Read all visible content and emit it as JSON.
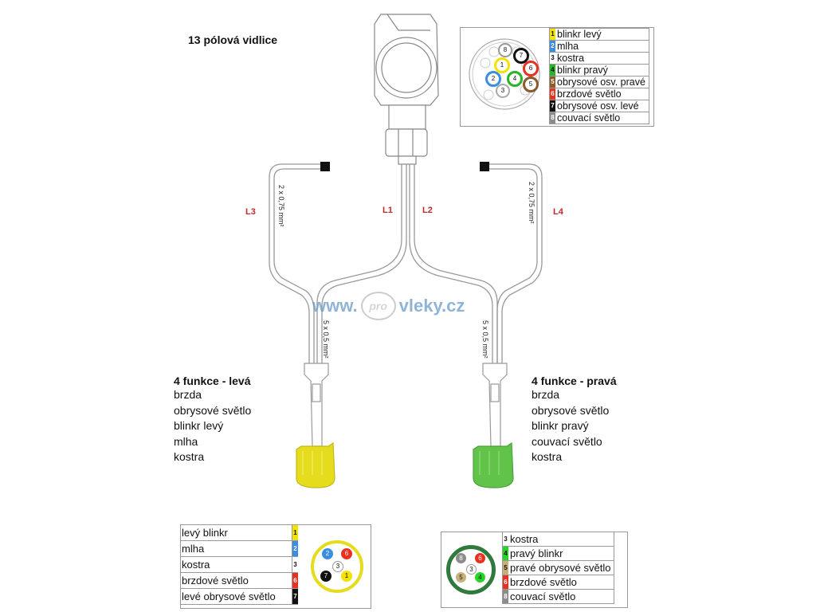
{
  "title": "13 pólová vidlice",
  "wires": {
    "l1": "L1",
    "l2": "L2",
    "l3": "L3",
    "l4": "L4"
  },
  "cross_sections": {
    "outer": "2 x 0,75 mm²",
    "inner": "5 x 0,5 mm²"
  },
  "watermark": {
    "pre": "www.",
    "pro": "pro",
    "post": "vleky.cz"
  },
  "socket13_legend": [
    {
      "num": "1",
      "label": "blinkr levý",
      "color": "#f3e200"
    },
    {
      "num": "2",
      "label": "mlha",
      "color": "#3b8de0"
    },
    {
      "num": "3",
      "label": "kostra",
      "color": "#ffffff"
    },
    {
      "num": "4",
      "label": "blinkr pravý",
      "color": "#27b427"
    },
    {
      "num": "5",
      "label": "obrysové osv. pravé",
      "color": "#8a5a2b"
    },
    {
      "num": "6",
      "label": "brzdové světlo",
      "color": "#e8321f"
    },
    {
      "num": "7",
      "label": "obrysové osv. levé",
      "color": "#111111"
    },
    {
      "num": "8",
      "label": "couvací světlo",
      "color": "#8c8c8c"
    }
  ],
  "left_function": {
    "title": "4 funkce - levá",
    "items": [
      "brzda",
      "obrysové světlo",
      "blinkr levý",
      "mlha",
      "kostra"
    ]
  },
  "right_function": {
    "title": "4 funkce - pravá",
    "items": [
      "brzda",
      "obrysové světlo",
      "blinkr pravý",
      "couvací světlo",
      "kostra"
    ]
  },
  "left_legend": [
    {
      "num": "1",
      "label": "levý blinkr",
      "color": "#f3e200"
    },
    {
      "num": "2",
      "label": "mlha",
      "color": "#3b8de0"
    },
    {
      "num": "3",
      "label": "kostra",
      "color": "#ffffff"
    },
    {
      "num": "6",
      "label": "brzdové světlo",
      "color": "#e8321f"
    },
    {
      "num": "7",
      "label": "levé obrysové světlo",
      "color": "#111111"
    }
  ],
  "right_legend": [
    {
      "num": "3",
      "label": "kostra",
      "color": "#ffffff"
    },
    {
      "num": "4",
      "label": "pravý blinkr",
      "color": "#27d427"
    },
    {
      "num": "5",
      "label": "pravé obrysové světlo",
      "color": "#c8b07a"
    },
    {
      "num": "6",
      "label": "brzdové světlo",
      "color": "#e8321f"
    },
    {
      "num": "8",
      "label": "couvací světlo",
      "color": "#8c8c8c"
    }
  ],
  "colors": {
    "yellow_connector": "#e6dc1e",
    "green_connector": "#62c34a",
    "wire_label": "#c0282d"
  }
}
